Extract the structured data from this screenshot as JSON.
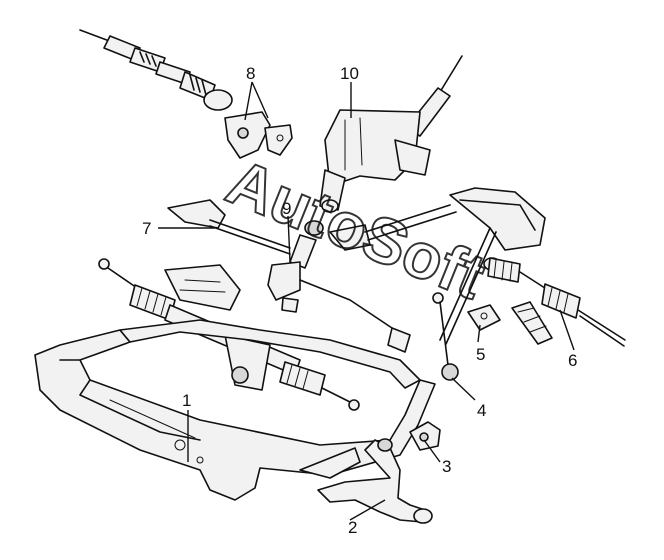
{
  "diagram": {
    "watermark_text": "AutoSoft",
    "callouts": [
      {
        "id": "1",
        "label": "1"
      },
      {
        "id": "2",
        "label": "2"
      },
      {
        "id": "3",
        "label": "3"
      },
      {
        "id": "4",
        "label": "4"
      },
      {
        "id": "5",
        "label": "5"
      },
      {
        "id": "6",
        "label": "6"
      },
      {
        "id": "7",
        "label": "7"
      },
      {
        "id": "8",
        "label": "8"
      },
      {
        "id": "9",
        "label": "9"
      },
      {
        "id": "10",
        "label": "10"
      }
    ]
  }
}
